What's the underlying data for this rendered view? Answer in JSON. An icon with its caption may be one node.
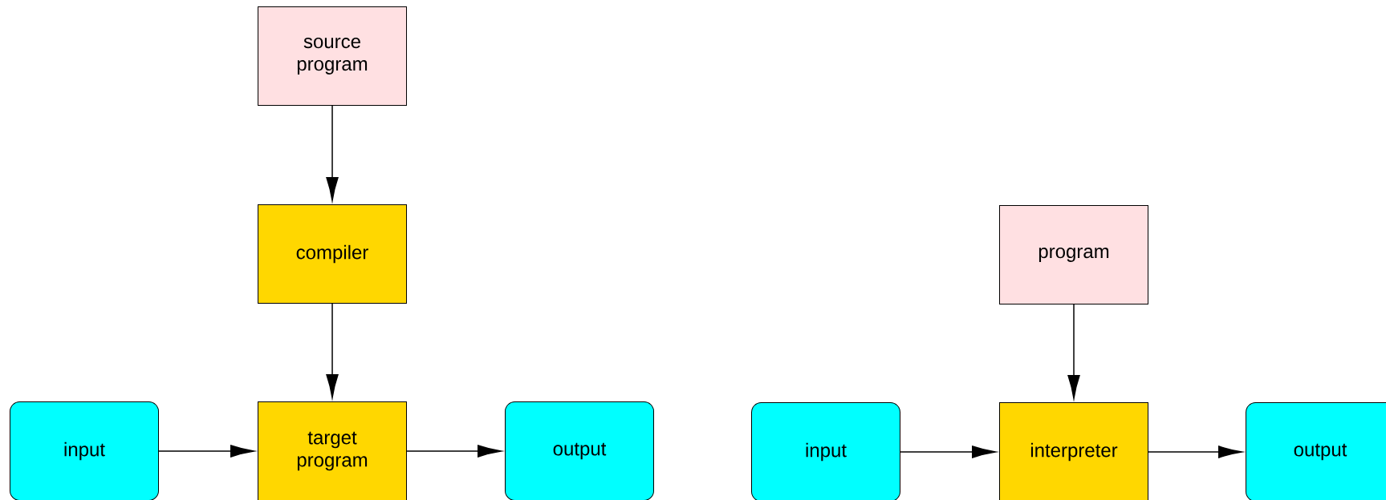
{
  "diagram": {
    "nodes": [
      {
        "text": [
          "source program"
        ]
      },
      {
        "text": [
          "compiler"
        ]
      },
      {
        "text": [
          "input"
        ]
      },
      {
        "text": [
          "target program"
        ]
      },
      {
        "text": [
          "output"
        ]
      },
      {
        "text": [
          "program"
        ]
      },
      {
        "text": [
          "input"
        ]
      },
      {
        "text": [
          "interpreter"
        ]
      },
      {
        "text": [
          "output"
        ]
      }
    ],
    "edges": [
      {
        "from": 0,
        "to": 1,
        "arrow": "to"
      },
      {
        "from": 1,
        "to": 3,
        "arrow": "to"
      },
      {
        "from": 2,
        "to": 3,
        "arrow": "to"
      },
      {
        "from": 3,
        "to": 4,
        "arrow": "to"
      },
      {
        "from": 5,
        "to": 7,
        "arrow": "to"
      },
      {
        "from": 6,
        "to": 7,
        "arrow": "to"
      },
      {
        "from": 7,
        "to": 8,
        "arrow": "to"
      }
    ]
  }
}
